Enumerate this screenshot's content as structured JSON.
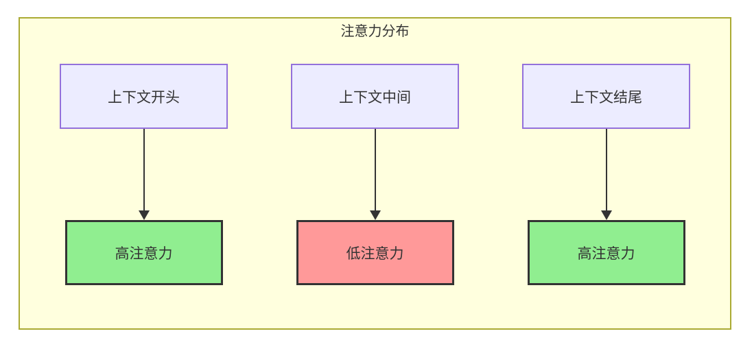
{
  "diagram": {
    "title": "注意力分布",
    "columns": [
      {
        "source": {
          "label": "上下文开头"
        },
        "target": {
          "label": "高注意力",
          "level": "high"
        }
      },
      {
        "source": {
          "label": "上下文中间"
        },
        "target": {
          "label": "低注意力",
          "level": "low"
        }
      },
      {
        "source": {
          "label": "上下文结尾"
        },
        "target": {
          "label": "高注意力",
          "level": "high"
        }
      }
    ],
    "colors": {
      "container_background": "#ffffde",
      "container_border": "#aaaa33",
      "source_background": "#ececff",
      "source_border": "#9370db",
      "high_attention_background": "#90ee90",
      "low_attention_background": "#ff9999",
      "target_border": "#333333",
      "arrow": "#333333",
      "text": "#333333"
    }
  }
}
